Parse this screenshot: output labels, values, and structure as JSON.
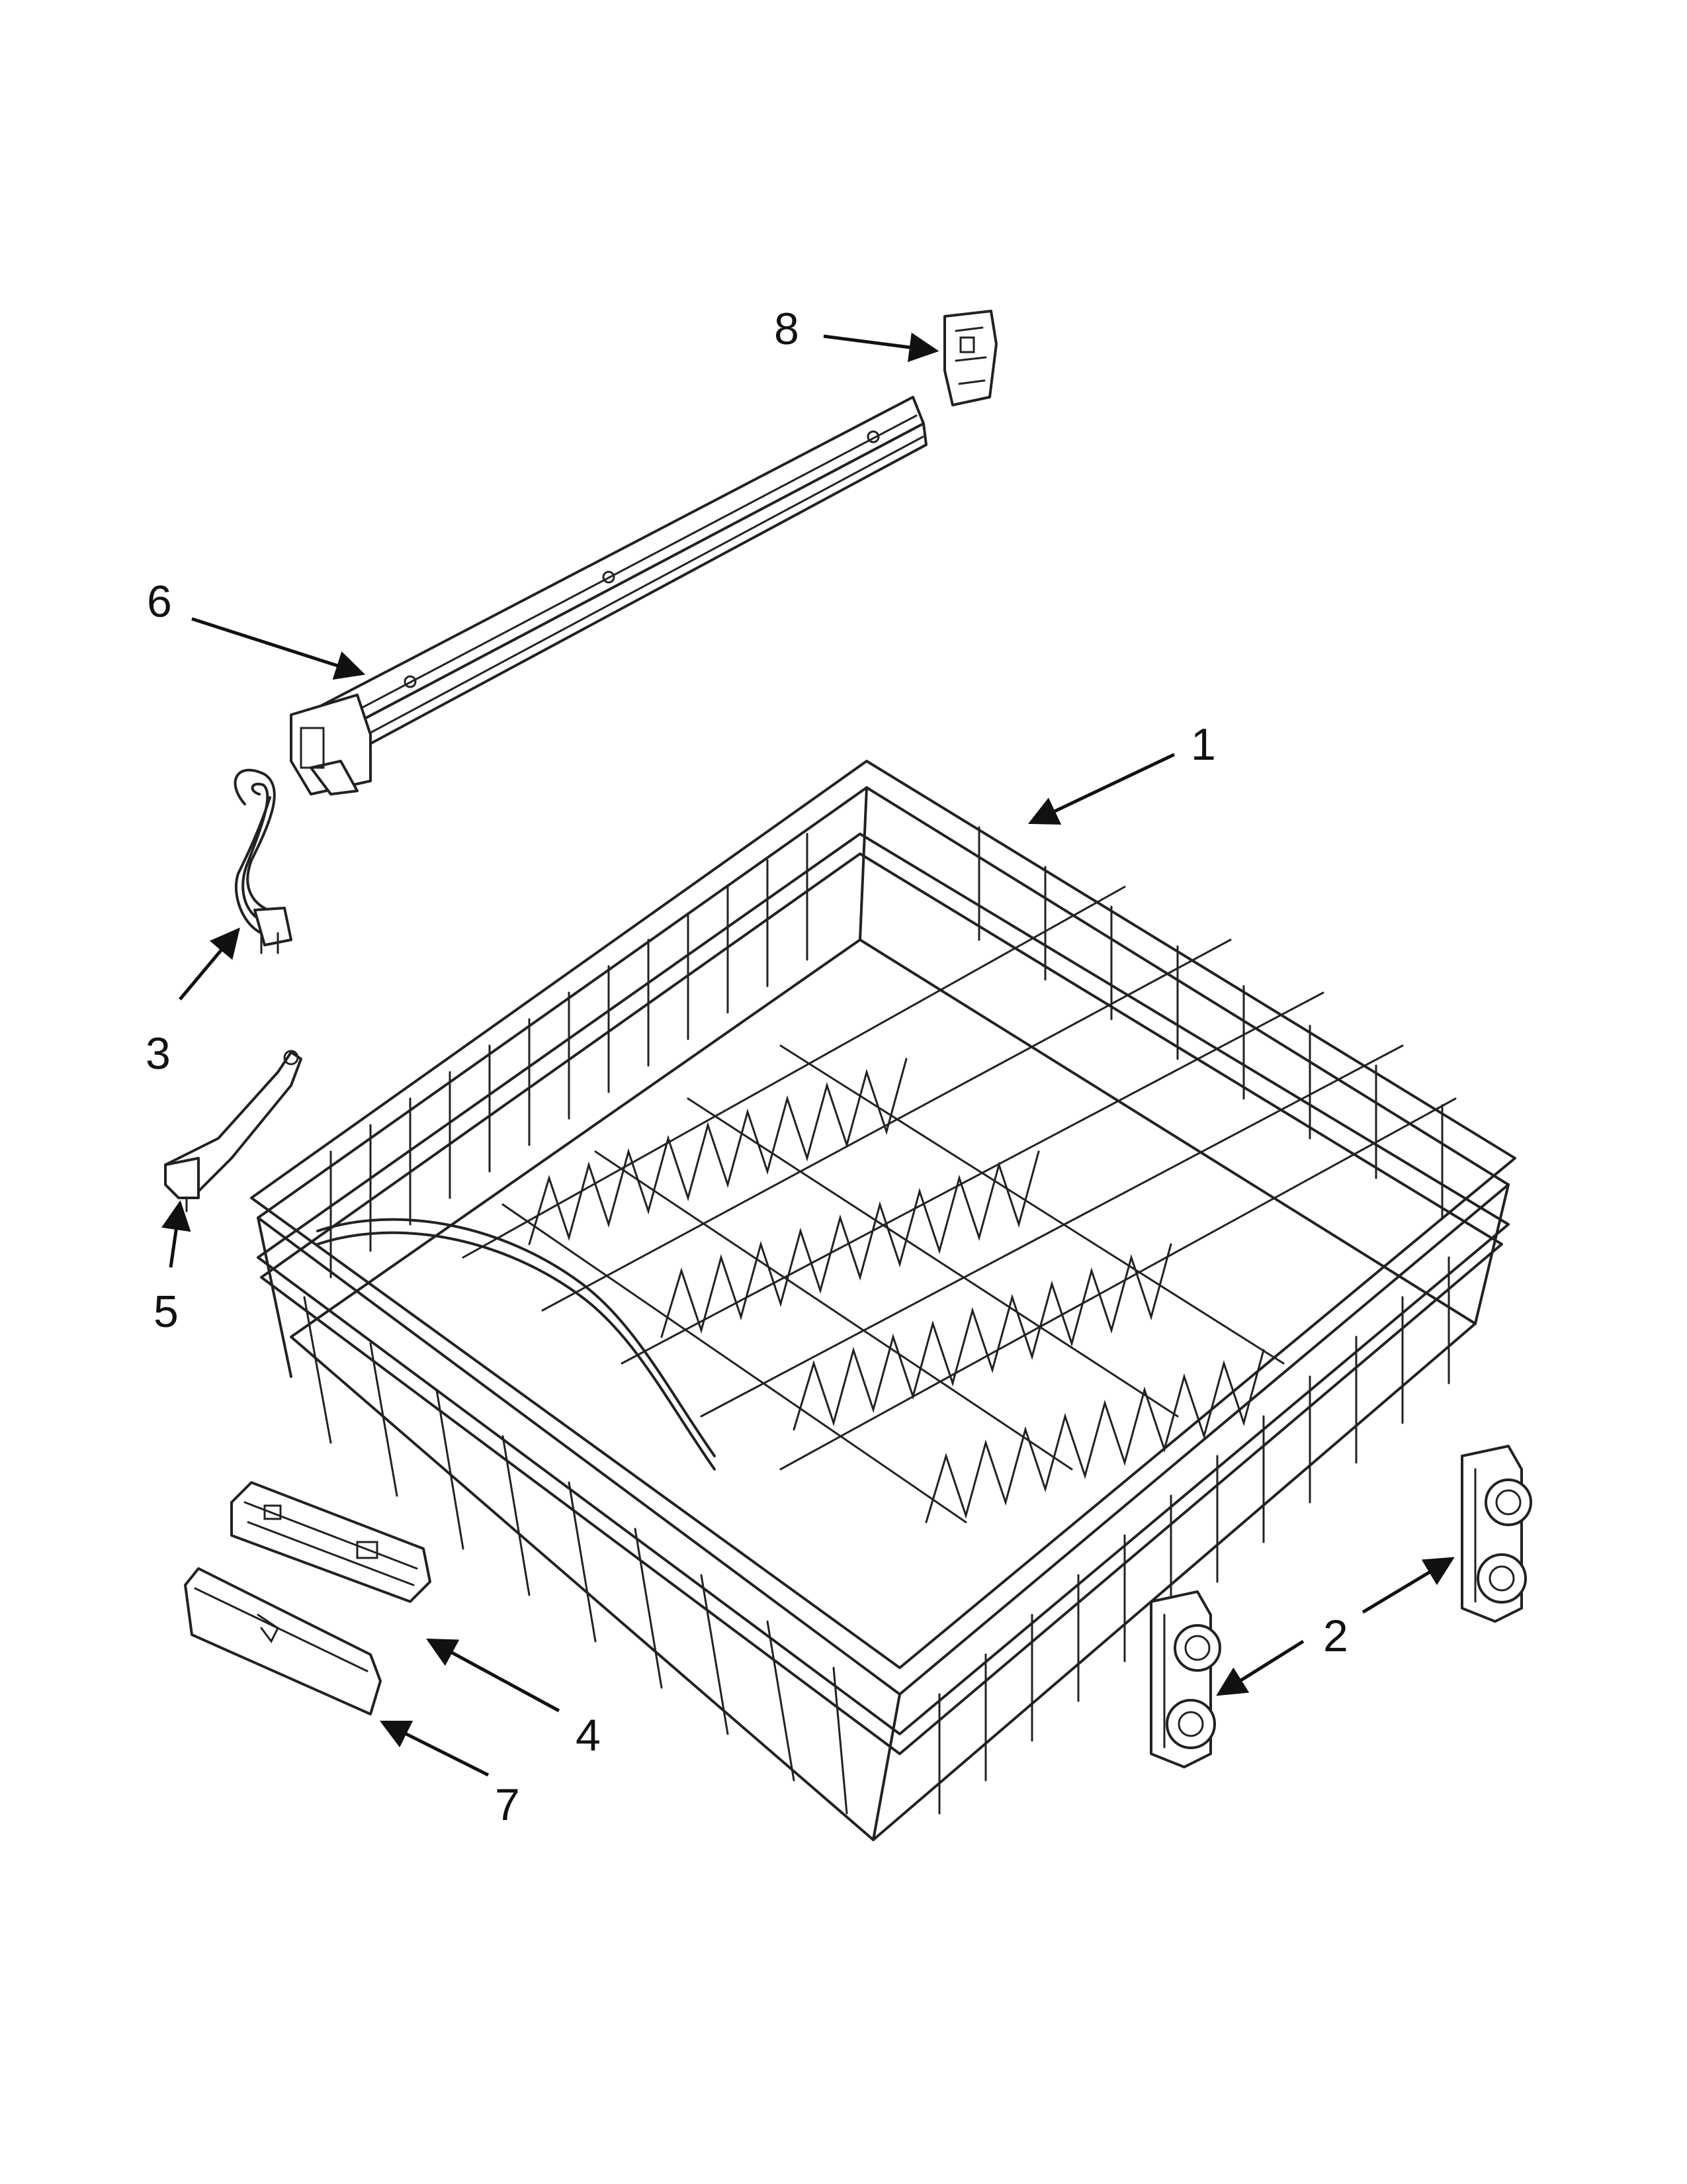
{
  "diagram": {
    "type": "exploded-parts-view",
    "callouts": [
      {
        "id": "1",
        "label": "1"
      },
      {
        "id": "2",
        "label": "2"
      },
      {
        "id": "3",
        "label": "3"
      },
      {
        "id": "4",
        "label": "4"
      },
      {
        "id": "5",
        "label": "5"
      },
      {
        "id": "6",
        "label": "6"
      },
      {
        "id": "7",
        "label": "7"
      },
      {
        "id": "8",
        "label": "8"
      }
    ]
  },
  "colors": {
    "line": "#222222",
    "background": "#ffffff"
  }
}
